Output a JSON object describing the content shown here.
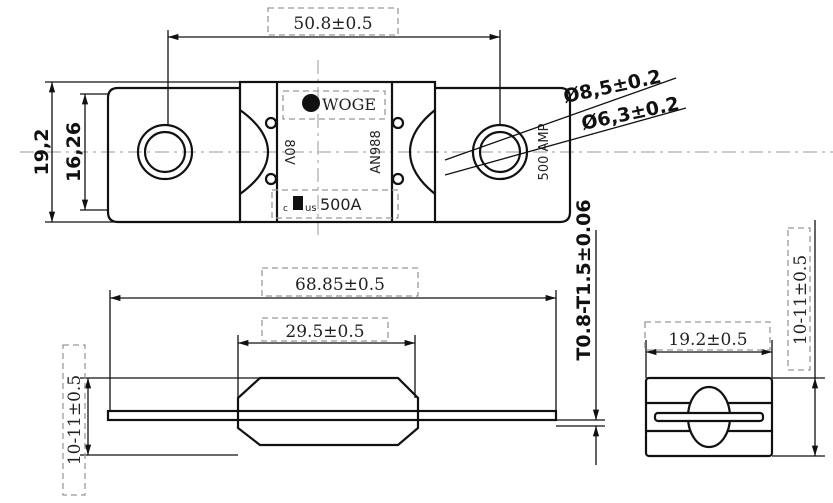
{
  "top_view": {
    "dim_center_spacing": "50.8±0.5",
    "dim_width_outer": "19,2",
    "dim_width_inner": "16,26",
    "dim_hole_outer": "Ø8,5±0.2",
    "dim_hole_inner": "Ø6,3±0.2",
    "markings": {
      "brand": "WOGE",
      "voltage": "80V",
      "part": "AN988",
      "c": "c",
      "us": "us",
      "rating": "500A",
      "tab_text": "500 AMP"
    }
  },
  "side_view": {
    "dim_length": "68.85±0.5",
    "dim_body": "29.5±0.5",
    "dim_height": "10-11±0.5",
    "dim_thickness": "T0.8-T1.5±0.06"
  },
  "end_view": {
    "dim_width": "19.2±0.5",
    "dim_height": "10-11±0.5"
  }
}
